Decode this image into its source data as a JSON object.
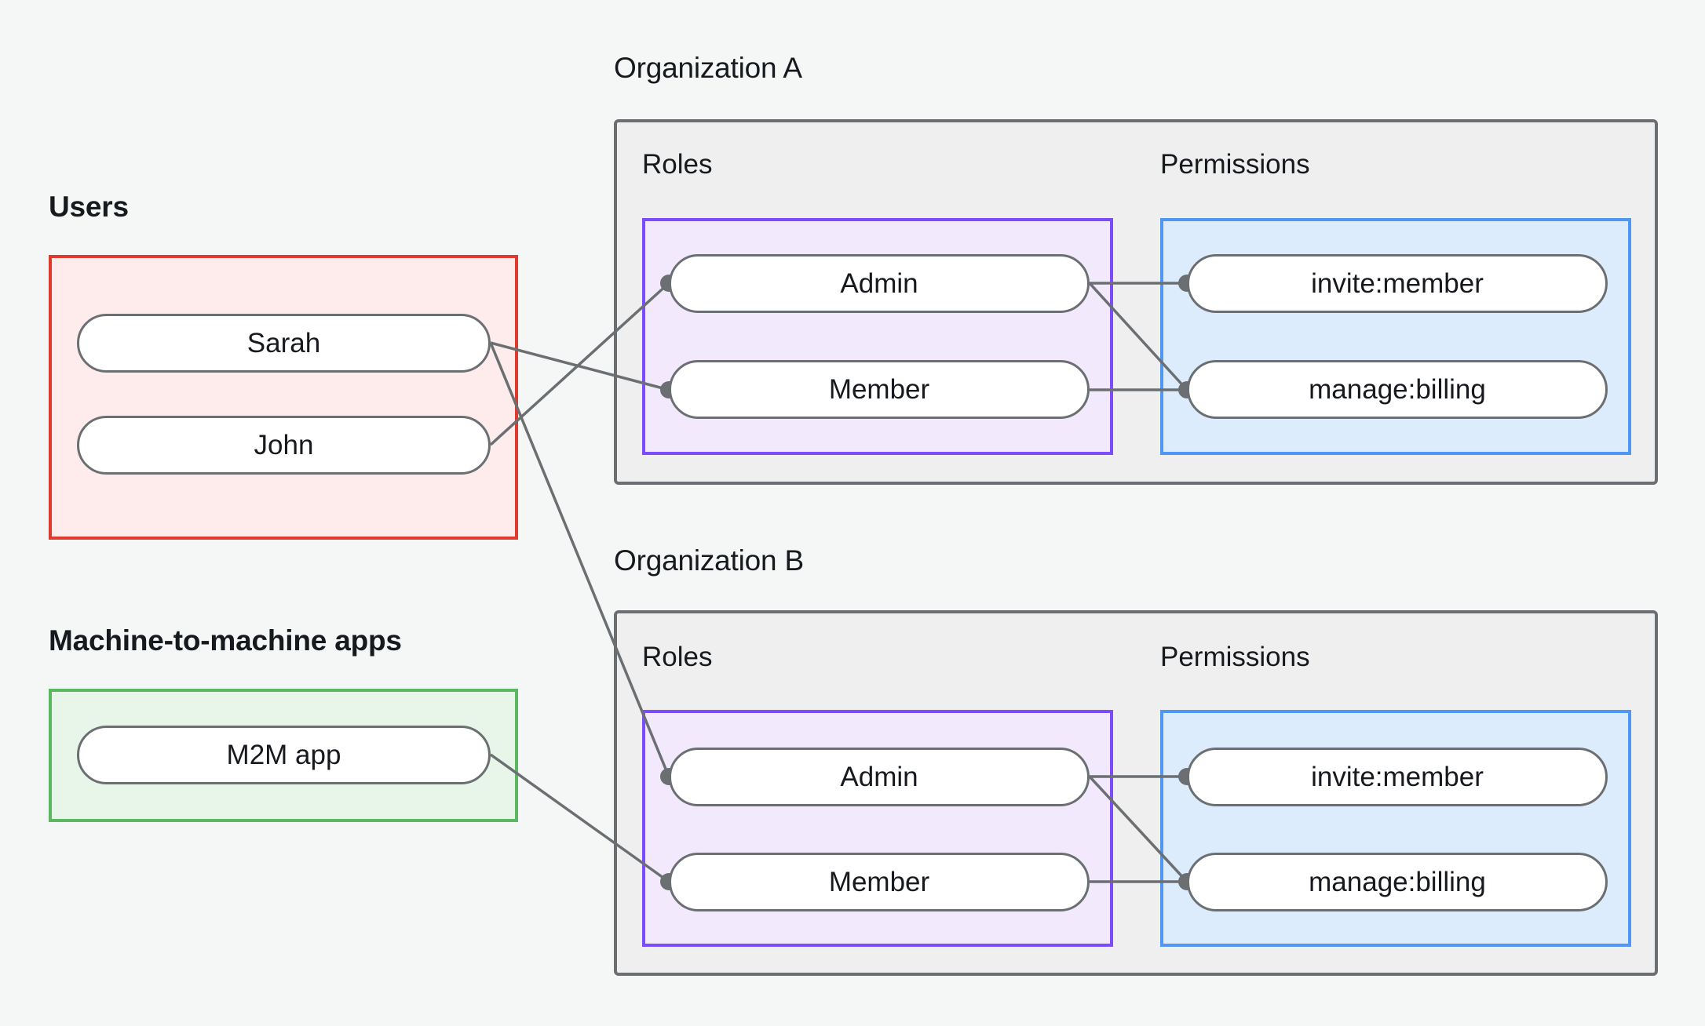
{
  "diagram": {
    "title": "Organization RBAC diagram",
    "background_color": "#f5f7f6"
  },
  "colors": {
    "users_border": "#e03a2f",
    "users_fill": "#fdeceb",
    "m2m_border": "#5cb860",
    "m2m_fill": "#e8f6e9",
    "org_border": "#6b6f72",
    "org_fill": "#eeefee",
    "roles_border": "#7c4dff",
    "roles_fill": "#f2e9fd",
    "permissions_border": "#4f97f3",
    "permissions_fill": "#ddecfd",
    "node_border": "#6b6f72",
    "node_fill": "#ffffff",
    "edge": "#6b6f72",
    "text": "#16191d"
  },
  "left_column": {
    "users": {
      "label": "Users",
      "nodes": [
        {
          "id": "sarah",
          "label": "Sarah"
        },
        {
          "id": "john",
          "label": "John"
        }
      ]
    },
    "machine_apps": {
      "label": "Machine-to-machine apps",
      "nodes": [
        {
          "id": "m2m",
          "label": "M2M app"
        }
      ]
    }
  },
  "organizations": [
    {
      "id": "org_a",
      "title": "Organization A",
      "roles": {
        "label": "Roles",
        "nodes": [
          {
            "id": "a_admin",
            "label": "Admin"
          },
          {
            "id": "a_member",
            "label": "Member"
          }
        ]
      },
      "permissions": {
        "label": "Permissions",
        "nodes": [
          {
            "id": "a_invite",
            "label": "invite:member"
          },
          {
            "id": "a_billing",
            "label": "manage:billing"
          }
        ]
      }
    },
    {
      "id": "org_b",
      "title": "Organization B",
      "roles": {
        "label": "Roles",
        "nodes": [
          {
            "id": "b_admin",
            "label": "Admin"
          },
          {
            "id": "b_member",
            "label": "Member"
          }
        ]
      },
      "permissions": {
        "label": "Permissions",
        "nodes": [
          {
            "id": "b_invite",
            "label": "invite:member"
          },
          {
            "id": "b_billing",
            "label": "manage:billing"
          }
        ]
      }
    }
  ],
  "edges": [
    {
      "from": "sarah",
      "to": "a_member"
    },
    {
      "from": "sarah",
      "to": "b_admin"
    },
    {
      "from": "john",
      "to": "a_admin"
    },
    {
      "from": "m2m",
      "to": "b_member"
    },
    {
      "from": "a_admin",
      "to": "a_invite"
    },
    {
      "from": "a_admin",
      "to": "a_billing"
    },
    {
      "from": "a_member",
      "to": "a_billing"
    },
    {
      "from": "b_admin",
      "to": "b_invite"
    },
    {
      "from": "b_admin",
      "to": "b_billing"
    },
    {
      "from": "b_member",
      "to": "b_billing"
    }
  ]
}
